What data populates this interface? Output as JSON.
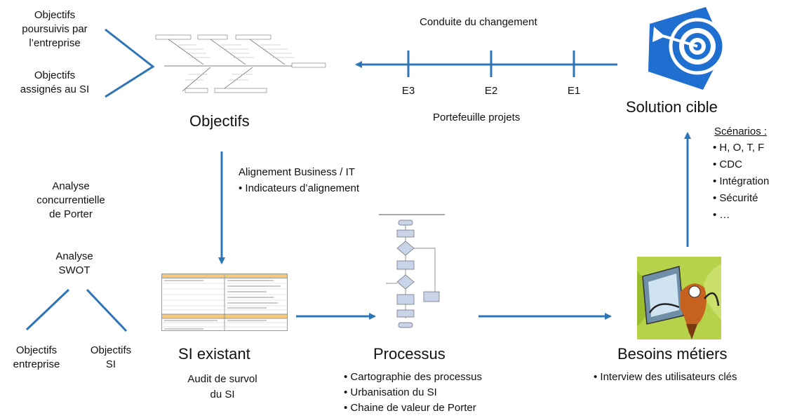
{
  "top_left": {
    "objectifs_entreprise": "Objectifs\npoursuivis par\nl’entreprise",
    "objectifs_si": "Objectifs\nassignés au SI"
  },
  "objectifs": {
    "title": "Objectifs"
  },
  "conduite": {
    "label": "Conduite du changement",
    "milestones": [
      "E3",
      "E2",
      "E1"
    ],
    "portefeuille": "Portefeuille projets"
  },
  "solution": {
    "title": "Solution cible",
    "scenarios_label": "Scénarios :",
    "scenarios": [
      "H, O, T, F",
      "CDC",
      "Intégration",
      "Sécurité",
      "…"
    ]
  },
  "alignement": {
    "label": "Alignement Business / IT",
    "bullets": [
      "Indicateurs d’alignement"
    ]
  },
  "left": {
    "porter": "Analyse\nconcurrentielle\nde Porter",
    "swot": "Analyse\nSWOT",
    "obj_entreprise": "Objectifs\nentreprise",
    "obj_si": "Objectifs\nSI"
  },
  "si_existant": {
    "title": "SI existant",
    "subtitle": "Audit de survol\ndu SI"
  },
  "processus": {
    "title": "Processus",
    "bullets": [
      "Cartographie des processus",
      "Urbanisation du SI",
      "Chaine de valeur de Porter"
    ]
  },
  "besoins": {
    "title": "Besoins métiers",
    "bullets": [
      "Interview des utilisateurs clés"
    ]
  },
  "colors": {
    "arrow": "#2e75b6",
    "target_blue": "#1f6fd1",
    "swot_header": "#f5c97a"
  }
}
